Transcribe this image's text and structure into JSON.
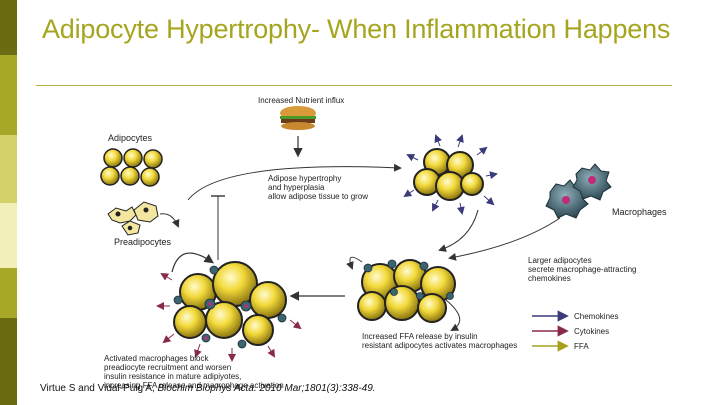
{
  "slide": {
    "title": "Adipocyte Hypertrophy- When Inflammation Happens",
    "sidebar_colors": [
      "#6b6b12",
      "#a8a828",
      "#d4d06a",
      "#f2efb8",
      "#a8a828",
      "#6b6b12"
    ],
    "accent_color": "#a6a51f",
    "citation_plain": "Virtue S and Vidal-Puig A, ",
    "citation_italic": "Biochim Biophys Acta. 2010 Mar;1801(3):338-49."
  },
  "diagram": {
    "nutrient_label": "Increased Nutrient influx",
    "adipocytes_label": "Adipocytes",
    "preadipocytes_label": "Preadipocytes",
    "hypertrophy_label": [
      "Adipose hypertrophy",
      "and hyperplasia",
      "allow adipose tissue to grow"
    ],
    "macrophages_label": "Macrophages",
    "larger_adipocytes_label": [
      "Larger adipocytes",
      "secrete macrophage-attracting",
      "chemokines"
    ],
    "ffa_release_label": [
      "Increased FFA release by insulin",
      "resistant adipocytes activates macrophages"
    ],
    "activated_label": [
      "Activated macrophages block",
      "preadiocyte recruitment and worsen",
      "insulin resistance in mature adipiyotes,",
      "increasing FFA release and macrophage activation"
    ],
    "legend": [
      {
        "label": "Chemokines",
        "color": "#3b3b7a"
      },
      {
        "label": "Cytokines",
        "color": "#8a2a4a"
      },
      {
        "label": "FFA",
        "color": "#a6a01a"
      }
    ]
  }
}
